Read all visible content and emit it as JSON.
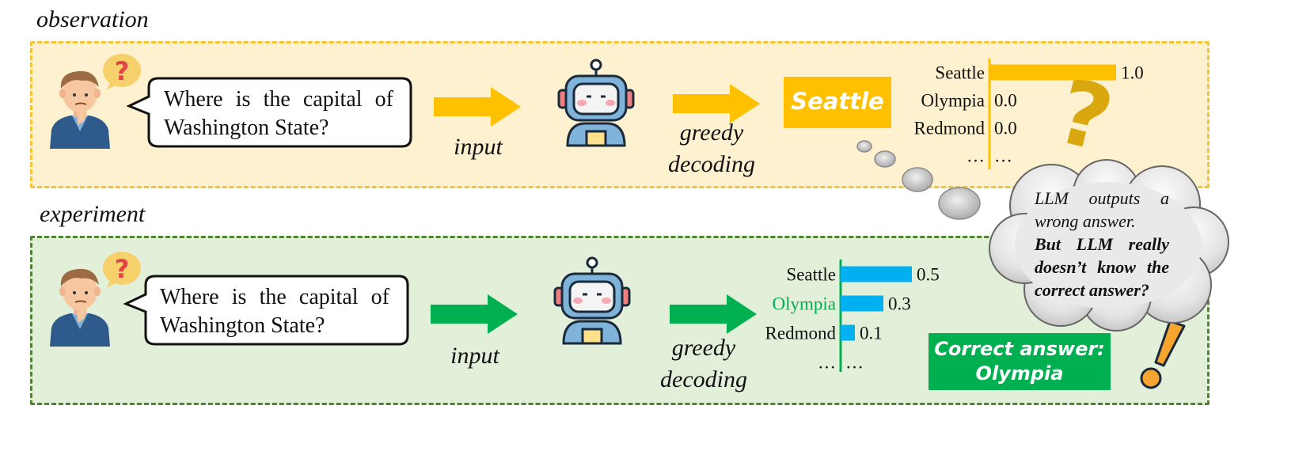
{
  "observation": {
    "section_label": "observation",
    "question": "Where is the capital of Washington State?",
    "input_label": "input",
    "decoding_label_1": "greedy",
    "decoding_label_2": "decoding",
    "output_answer": "Seattle",
    "question_mark": "?"
  },
  "experiment": {
    "section_label": "experiment",
    "question": "Where is the capital of Washington State?",
    "input_label": "input",
    "decoding_label_1": "greedy",
    "decoding_label_2": "decoding",
    "correct_answer_line1": "Correct answer:",
    "correct_answer_line2": "Olympia",
    "exclamation": "!"
  },
  "thought_cloud": {
    "line_plain": "LLM outputs a wrong answer.",
    "line_bold": "But LLM really doesn’t know the correct answer?"
  },
  "colors": {
    "observation_accent": "#ffc000",
    "experiment_accent": "#00b050",
    "experiment_bar": "#00b0f0",
    "correct_highlight": "#00b050"
  },
  "chart_data": [
    {
      "type": "bar",
      "orientation": "horizontal",
      "categories": [
        "Seattle",
        "Olympia",
        "Redmond",
        "…"
      ],
      "values": [
        1.0,
        0.0,
        0.0,
        null
      ],
      "value_labels": [
        "1.0",
        "0.0",
        "0.0",
        "…"
      ],
      "xlim": [
        0,
        1.0
      ]
    },
    {
      "type": "bar",
      "orientation": "horizontal",
      "categories": [
        "Seattle",
        "Olympia",
        "Redmond",
        "…"
      ],
      "values": [
        0.5,
        0.3,
        0.1,
        null
      ],
      "value_labels": [
        "0.5",
        "0.3",
        "0.1",
        "…"
      ],
      "highlight_category": "Olympia",
      "xlim": [
        0,
        1.0
      ]
    }
  ]
}
